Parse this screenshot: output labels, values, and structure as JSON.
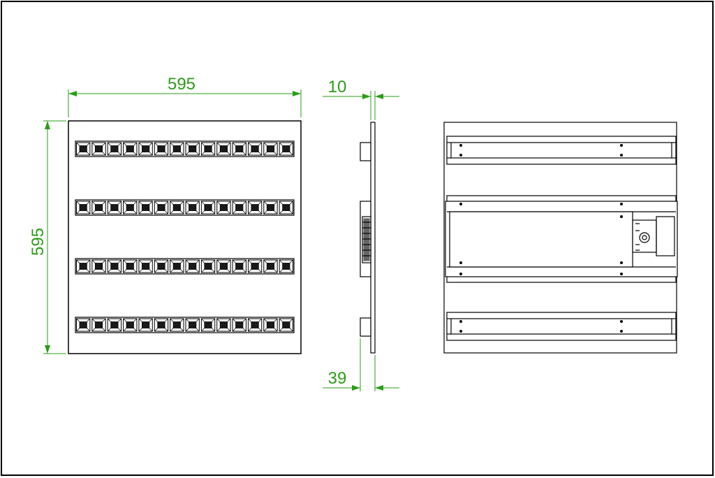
{
  "colors": {
    "line": "#000000",
    "dimension": "#2a9d17",
    "background": "#ffffff"
  },
  "dimensions": {
    "width": "595",
    "height": "595",
    "panel_thickness": "10",
    "total_depth": "39"
  },
  "front_view": {
    "rows": 4,
    "cells_per_row": 14
  }
}
